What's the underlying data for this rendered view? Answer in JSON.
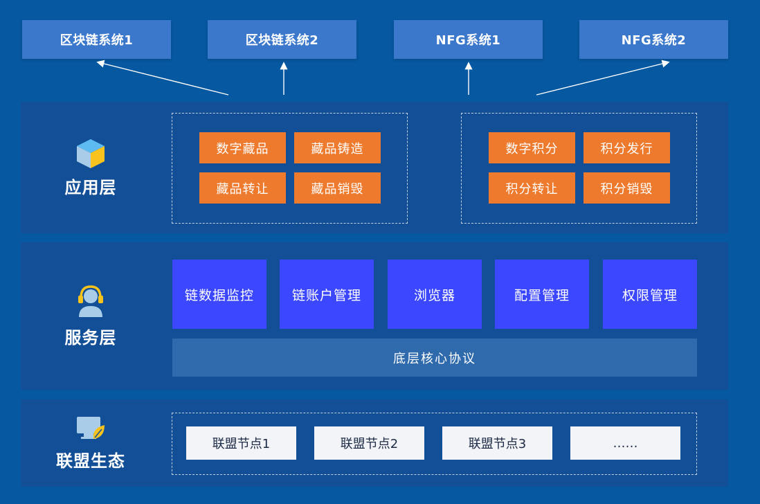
{
  "top_systems": [
    {
      "label": "区块链系统1"
    },
    {
      "label": "区块链系统2"
    },
    {
      "label": "NFG系统1"
    },
    {
      "label": "NFG系统2"
    }
  ],
  "application_layer": {
    "label": "应用层",
    "icon": "cube-icon",
    "group_left": [
      "数字藏品",
      "藏品铸造",
      "藏品转让",
      "藏品销毁"
    ],
    "group_right": [
      "数字积分",
      "积分发行",
      "积分转让",
      "积分销毁"
    ]
  },
  "service_layer": {
    "label": "服务层",
    "icon": "headset-user-icon",
    "services": [
      "链数据监控",
      "链账户管理",
      "浏览器",
      "配置管理",
      "权限管理"
    ],
    "core_protocol": "底层核心协议"
  },
  "alliance_layer": {
    "label": "联盟生态",
    "icon": "monitor-leaf-icon",
    "nodes": [
      "联盟节点1",
      "联盟节点2",
      "联盟节点3",
      "……"
    ]
  },
  "colors": {
    "background": "#0658a0",
    "layer": "#124f97",
    "top_box": "#3b78cc",
    "orange": "#ee7a2e",
    "service_blue": "#3c48ff",
    "core": "#2f6aad",
    "node": "#f2f4f8"
  }
}
